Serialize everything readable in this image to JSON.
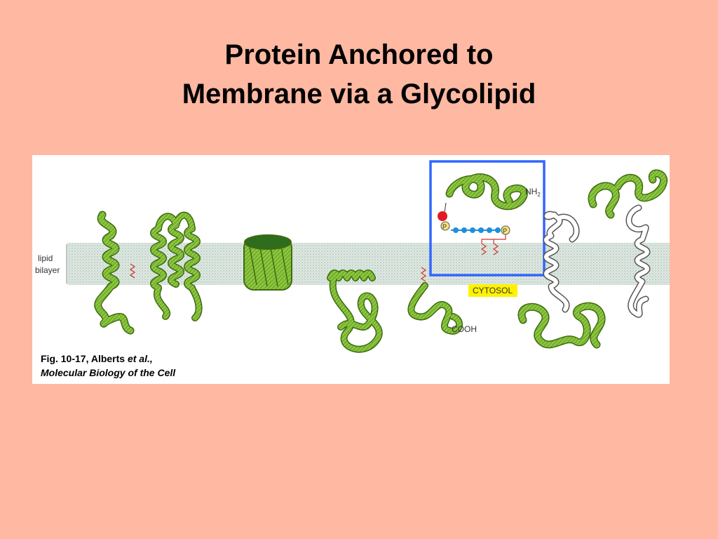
{
  "title": {
    "line1": "Protein Anchored to",
    "line2": "Membrane via a Glycolipid"
  },
  "figure": {
    "labels": {
      "lipid_line1": "lipid",
      "lipid_line2": "bilayer",
      "nh2_main": "NH",
      "nh2_sub": "2",
      "phosphate": "P",
      "cytosol": "CYTOSOL",
      "cooh": "COOH"
    },
    "colors": {
      "protein": "#8cc63f",
      "protein_edge": "#3d6b10",
      "membrane": "#c8d8cf",
      "highlight_box": "#3366ff",
      "cytosol_tag": "#fff200",
      "sugar_chain": "#1f8fdc",
      "lipid_tail": "#d0342c",
      "phosphate_fill": "#f6e27a",
      "anchor_head": "#e11b22"
    }
  },
  "citation": {
    "line1_text": "Fig. 10-17, Alberts ",
    "line1_italic": "et al.,",
    "line2_italic": "Molecular Biology of the Cell"
  }
}
